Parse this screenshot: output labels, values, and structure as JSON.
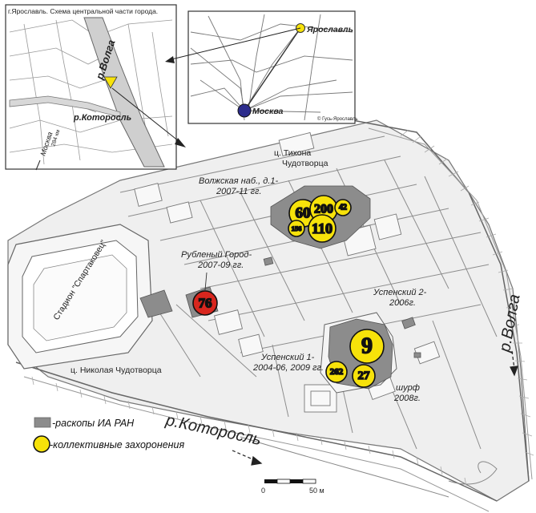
{
  "inset_city": {
    "title": "г.Ярославль. Схема центральной части города.",
    "river_volga": "р.Волга",
    "river_kotorosl": "р.Которосль",
    "to_moscow": "Москва",
    "to_moscow_km": "284 км"
  },
  "inset_region": {
    "city_yaroslavl": "Ярославль",
    "city_moscow": "Москва",
    "credit": "© Гусь-Ярославль",
    "colors": {
      "yaroslavl": "#f7e20a",
      "moscow": "#2c2c8c"
    }
  },
  "sites": [
    {
      "label": "Волжская наб., д.1-",
      "label2": "2007-11 гг."
    },
    {
      "label": "Рубленый Город-",
      "label2": "2007-09 гг."
    },
    {
      "label": "Успенский 1-",
      "label2": "2004-06, 2009 гг."
    },
    {
      "label": "Успенский 2-",
      "label2": "2006г."
    },
    {
      "label": "шурф",
      "label2": "2008г."
    }
  ],
  "burials": [
    {
      "value": "60",
      "size": "large",
      "color": "#f7e20a"
    },
    {
      "value": "200",
      "size": "large",
      "color": "#f7e20a"
    },
    {
      "value": "42",
      "size": "small",
      "color": "#f7e20a"
    },
    {
      "value": "156",
      "size": "small",
      "color": "#f7e20a"
    },
    {
      "value": "110",
      "size": "large",
      "color": "#f7e20a"
    },
    {
      "value": "76",
      "size": "large",
      "color": "#d8261e"
    },
    {
      "value": "9",
      "size": "xlarge",
      "color": "#f7e20a"
    },
    {
      "value": "262",
      "size": "medium",
      "color": "#f7e20a"
    },
    {
      "value": "27",
      "size": "medium",
      "color": "#f7e20a"
    }
  ],
  "landmarks": {
    "church_tikhon": "ц. Тихона",
    "church_tikhon2": "Чудотворца",
    "church_nikolai": "ц. Николая Чудотворца",
    "stadium": "Стадион \"Спартаковец\""
  },
  "rivers": {
    "volga": "р.Волга",
    "kotorosl": "р.Которосль"
  },
  "legend": {
    "excavations": "-раскопы ИА РАН",
    "burials": "-коллективные захоронения",
    "excavation_color": "#8c8c8c",
    "burial_color": "#f7e20a"
  },
  "scale": {
    "zero": "0",
    "length": "50 м"
  }
}
